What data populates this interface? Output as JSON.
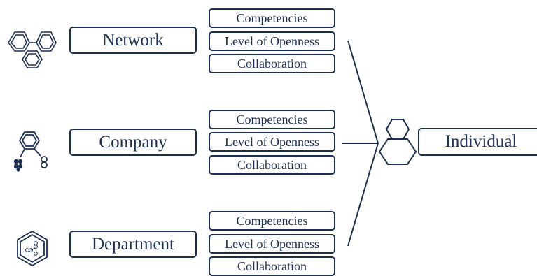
{
  "units": [
    {
      "label": "Network",
      "icon": "network-molecule-icon",
      "sub": [
        "Competencies",
        "Level of Openness",
        "Collaboration"
      ]
    },
    {
      "label": "Company",
      "icon": "company-molecule-icon",
      "sub": [
        "Competencies",
        "Level of Openness",
        "Collaboration"
      ]
    },
    {
      "label": "Department",
      "icon": "department-molecule-icon",
      "sub": [
        "Competencies",
        "Level of Openness",
        "Collaboration"
      ]
    }
  ],
  "target": {
    "label": "Individual",
    "icon": "individual-hexagons-icon"
  },
  "colors": {
    "stroke": "#1b2f55",
    "background": "#ffffff"
  }
}
